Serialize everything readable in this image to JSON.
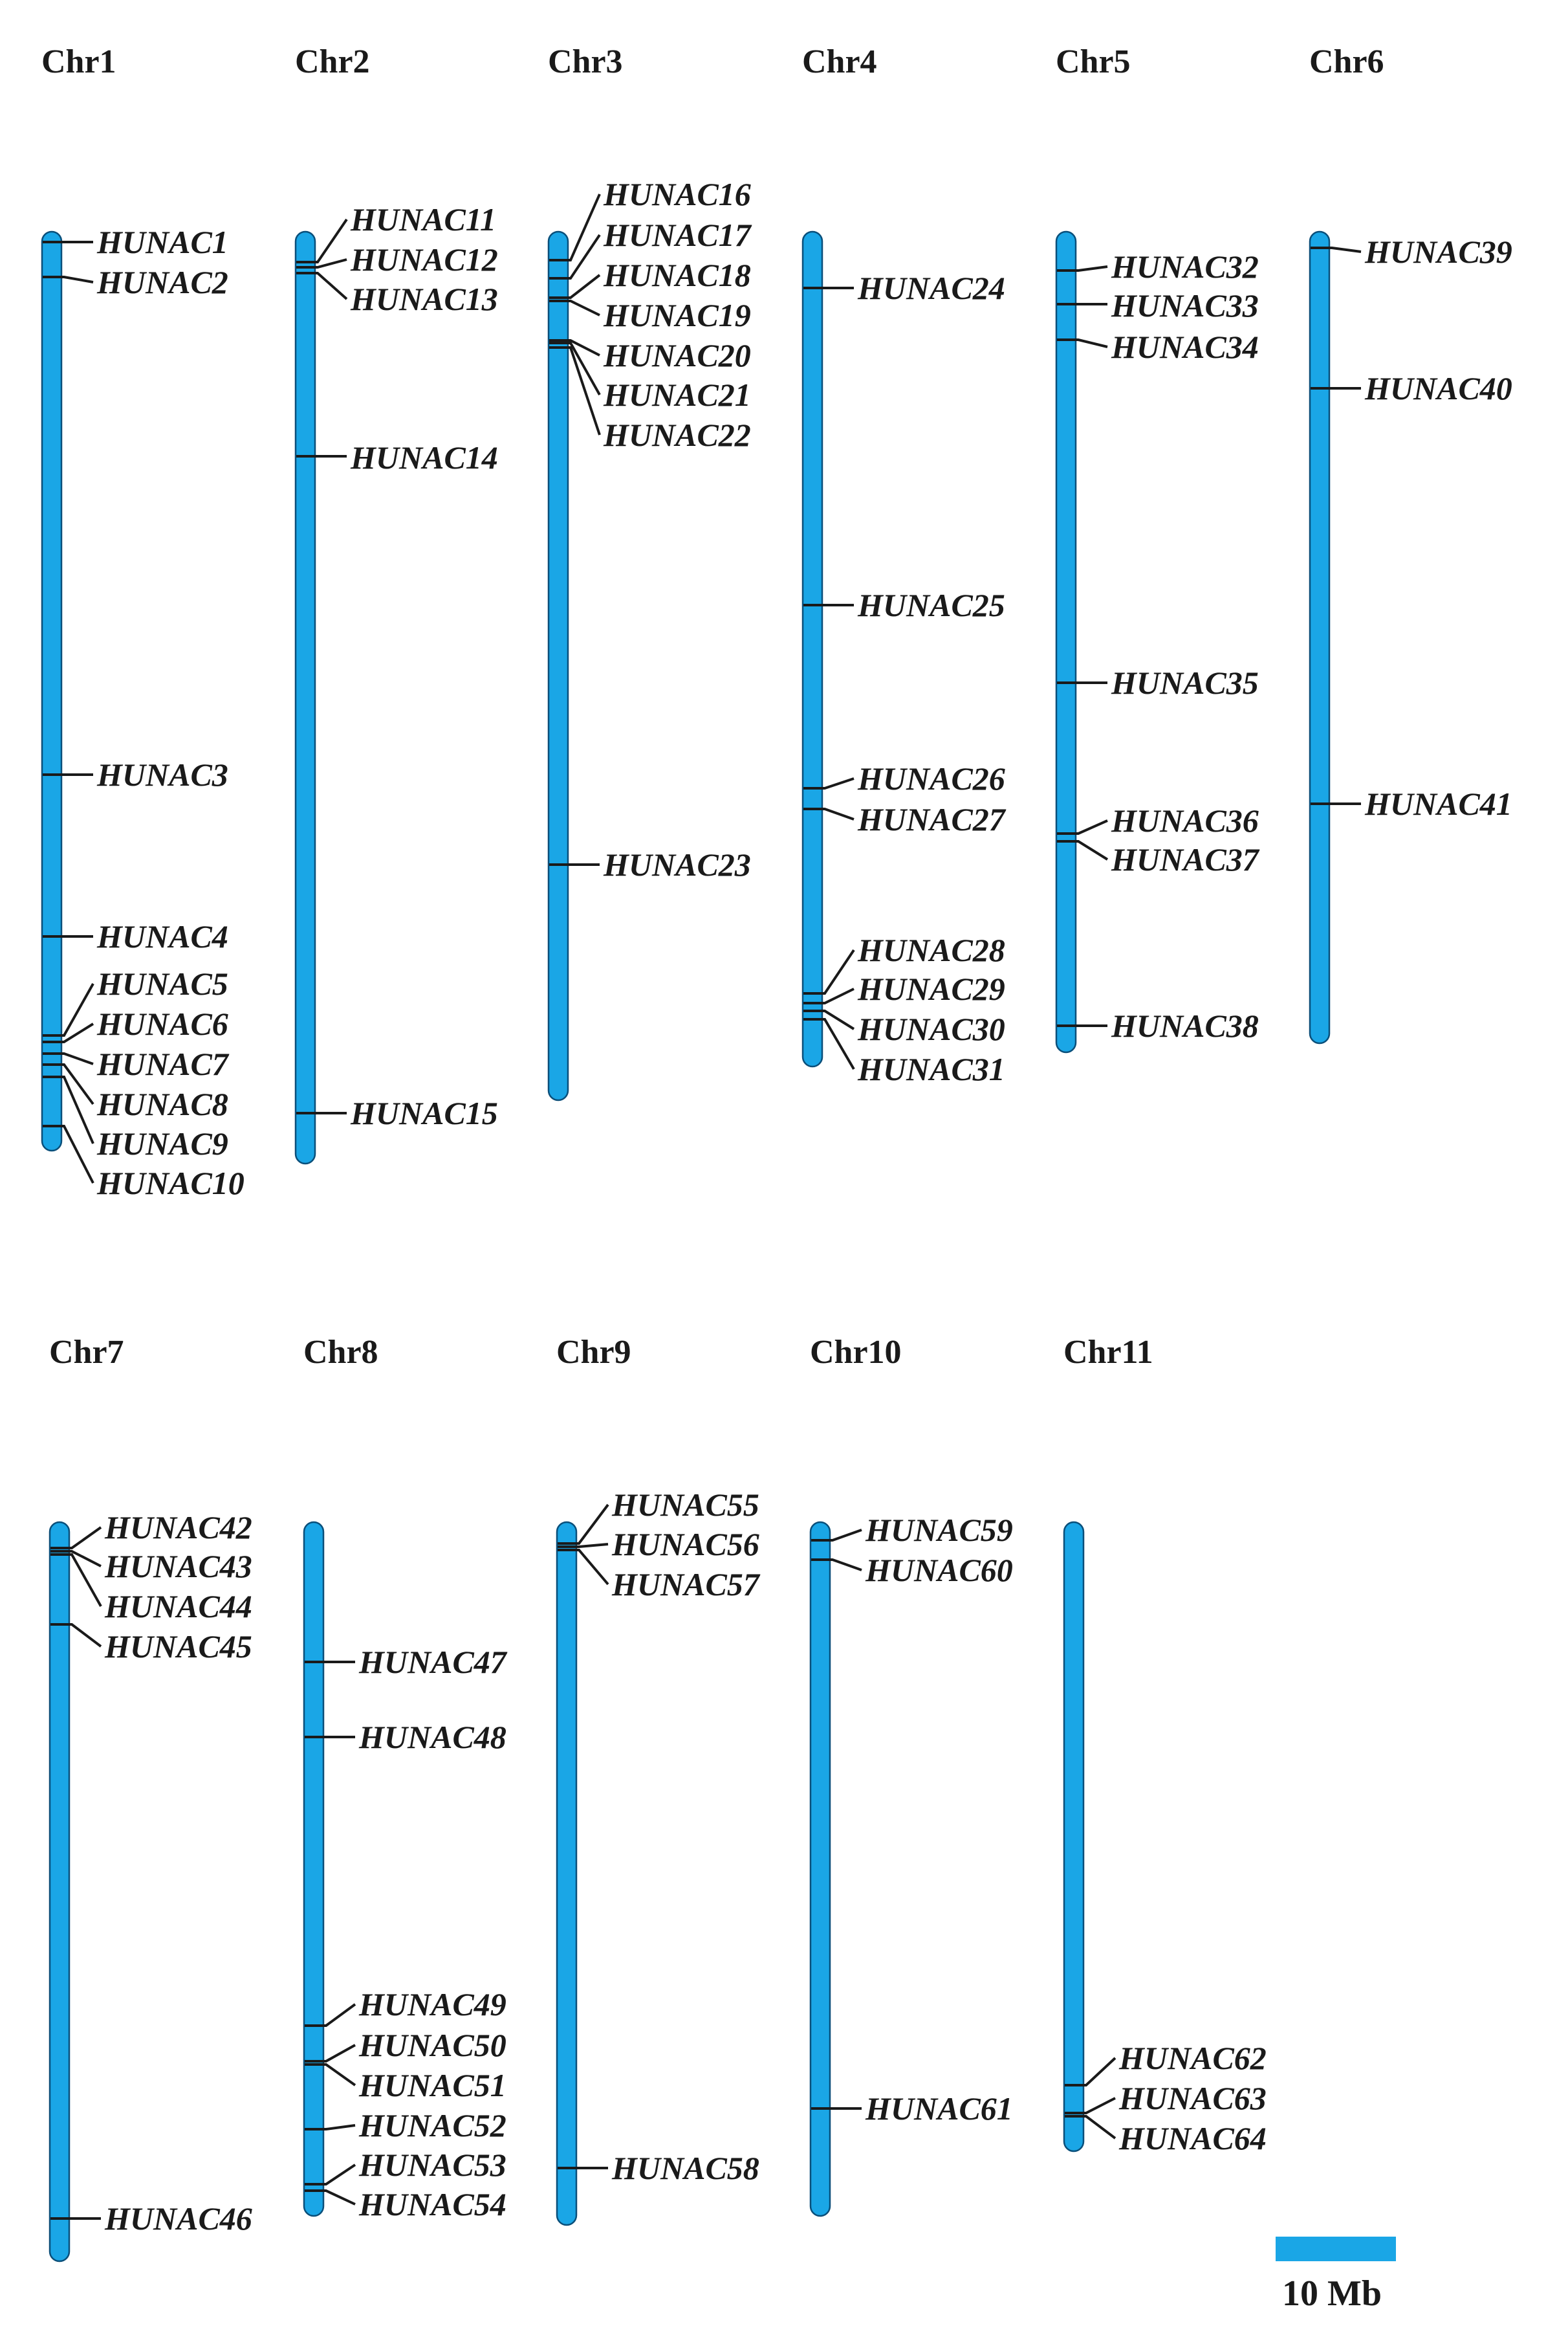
{
  "colors": {
    "chromosome": "#1aa6e6",
    "ink": "#1a1a1a"
  },
  "scale_bar": {
    "label": "10 Mb"
  },
  "chromosomes": [
    {
      "name": "Chr1",
      "genes": [
        "HUNAC1",
        "HUNAC2",
        "HUNAC3",
        "HUNAC4",
        "HUNAC5",
        "HUNAC6",
        "HUNAC7",
        "HUNAC8",
        "HUNAC9",
        "HUNAC10"
      ]
    },
    {
      "name": "Chr2",
      "genes": [
        "HUNAC11",
        "HUNAC12",
        "HUNAC13",
        "HUNAC14",
        "HUNAC15"
      ]
    },
    {
      "name": "Chr3",
      "genes": [
        "HUNAC16",
        "HUNAC17",
        "HUNAC18",
        "HUNAC19",
        "HUNAC20",
        "HUNAC21",
        "HUNAC22",
        "HUNAC23"
      ]
    },
    {
      "name": "Chr4",
      "genes": [
        "HUNAC24",
        "HUNAC25",
        "HUNAC26",
        "HUNAC27",
        "HUNAC28",
        "HUNAC29",
        "HUNAC30",
        "HUNAC31"
      ]
    },
    {
      "name": "Chr5",
      "genes": [
        "HUNAC32",
        "HUNAC33",
        "HUNAC34",
        "HUNAC35",
        "HUNAC36",
        "HUNAC37",
        "HUNAC38"
      ]
    },
    {
      "name": "Chr6",
      "genes": [
        "HUNAC39",
        "HUNAC40",
        "HUNAC41"
      ]
    },
    {
      "name": "Chr7",
      "genes": [
        "HUNAC42",
        "HUNAC43",
        "HUNAC44",
        "HUNAC45",
        "HUNAC46"
      ]
    },
    {
      "name": "Chr8",
      "genes": [
        "HUNAC47",
        "HUNAC48",
        "HUNAC49",
        "HUNAC50",
        "HUNAC51",
        "HUNAC52",
        "HUNAC53",
        "HUNAC54"
      ]
    },
    {
      "name": "Chr9",
      "genes": [
        "HUNAC55",
        "HUNAC56",
        "HUNAC57",
        "HUNAC58"
      ]
    },
    {
      "name": "Chr10",
      "genes": [
        "HUNAC59",
        "HUNAC60",
        "HUNAC61"
      ]
    },
    {
      "name": "Chr11",
      "genes": [
        "HUNAC62",
        "HUNAC63",
        "HUNAC64"
      ]
    }
  ]
}
